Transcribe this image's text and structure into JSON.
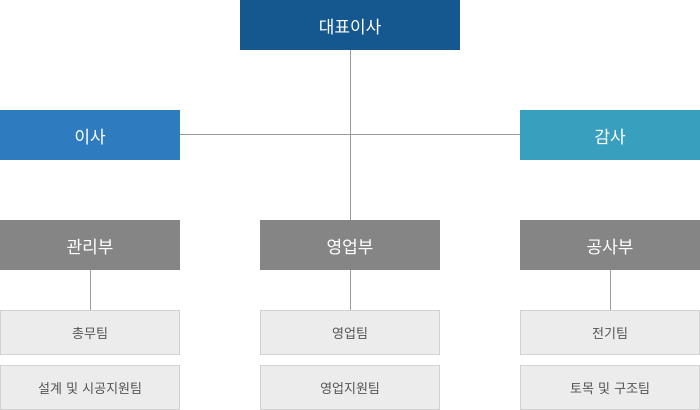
{
  "org": {
    "ceo": "대표이사",
    "director": "이사",
    "auditor": "감사",
    "departments": [
      {
        "name": "관리부",
        "teams": [
          "총무팀",
          "설계 및 시공지원팀"
        ]
      },
      {
        "name": "영업부",
        "teams": [
          "영업팀",
          "영업지원팀"
        ]
      },
      {
        "name": "공사부",
        "teams": [
          "전기팀",
          "토목 및 구조팀"
        ]
      }
    ]
  },
  "colors": {
    "ceo": "#14588f",
    "director": "#2e7cbf",
    "auditor": "#389fbf",
    "department": "#858585",
    "team": "#ececec",
    "connector": "#9a9a9a"
  }
}
